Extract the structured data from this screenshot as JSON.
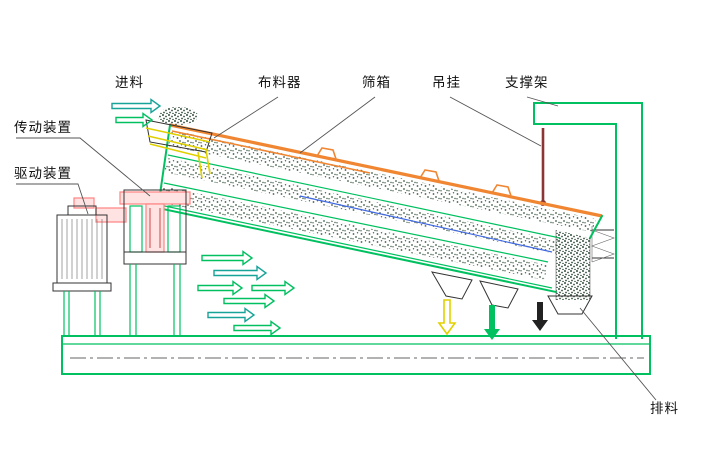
{
  "labels": {
    "feed": "进料",
    "distributor": "布料器",
    "screen_box": "筛箱",
    "hanger": "吊挂",
    "support_frame": "支撑架",
    "transmission": "传动装置",
    "drive": "驱动装置",
    "discharge": "排料"
  },
  "colors": {
    "green": "#00C060",
    "teal": "#17A398",
    "orange": "#F08632",
    "yellow": "#E0D000",
    "pink": "#FF8A8A",
    "red": "#CC4444",
    "blue": "#4169E1",
    "darkred": "#8B3535"
  }
}
